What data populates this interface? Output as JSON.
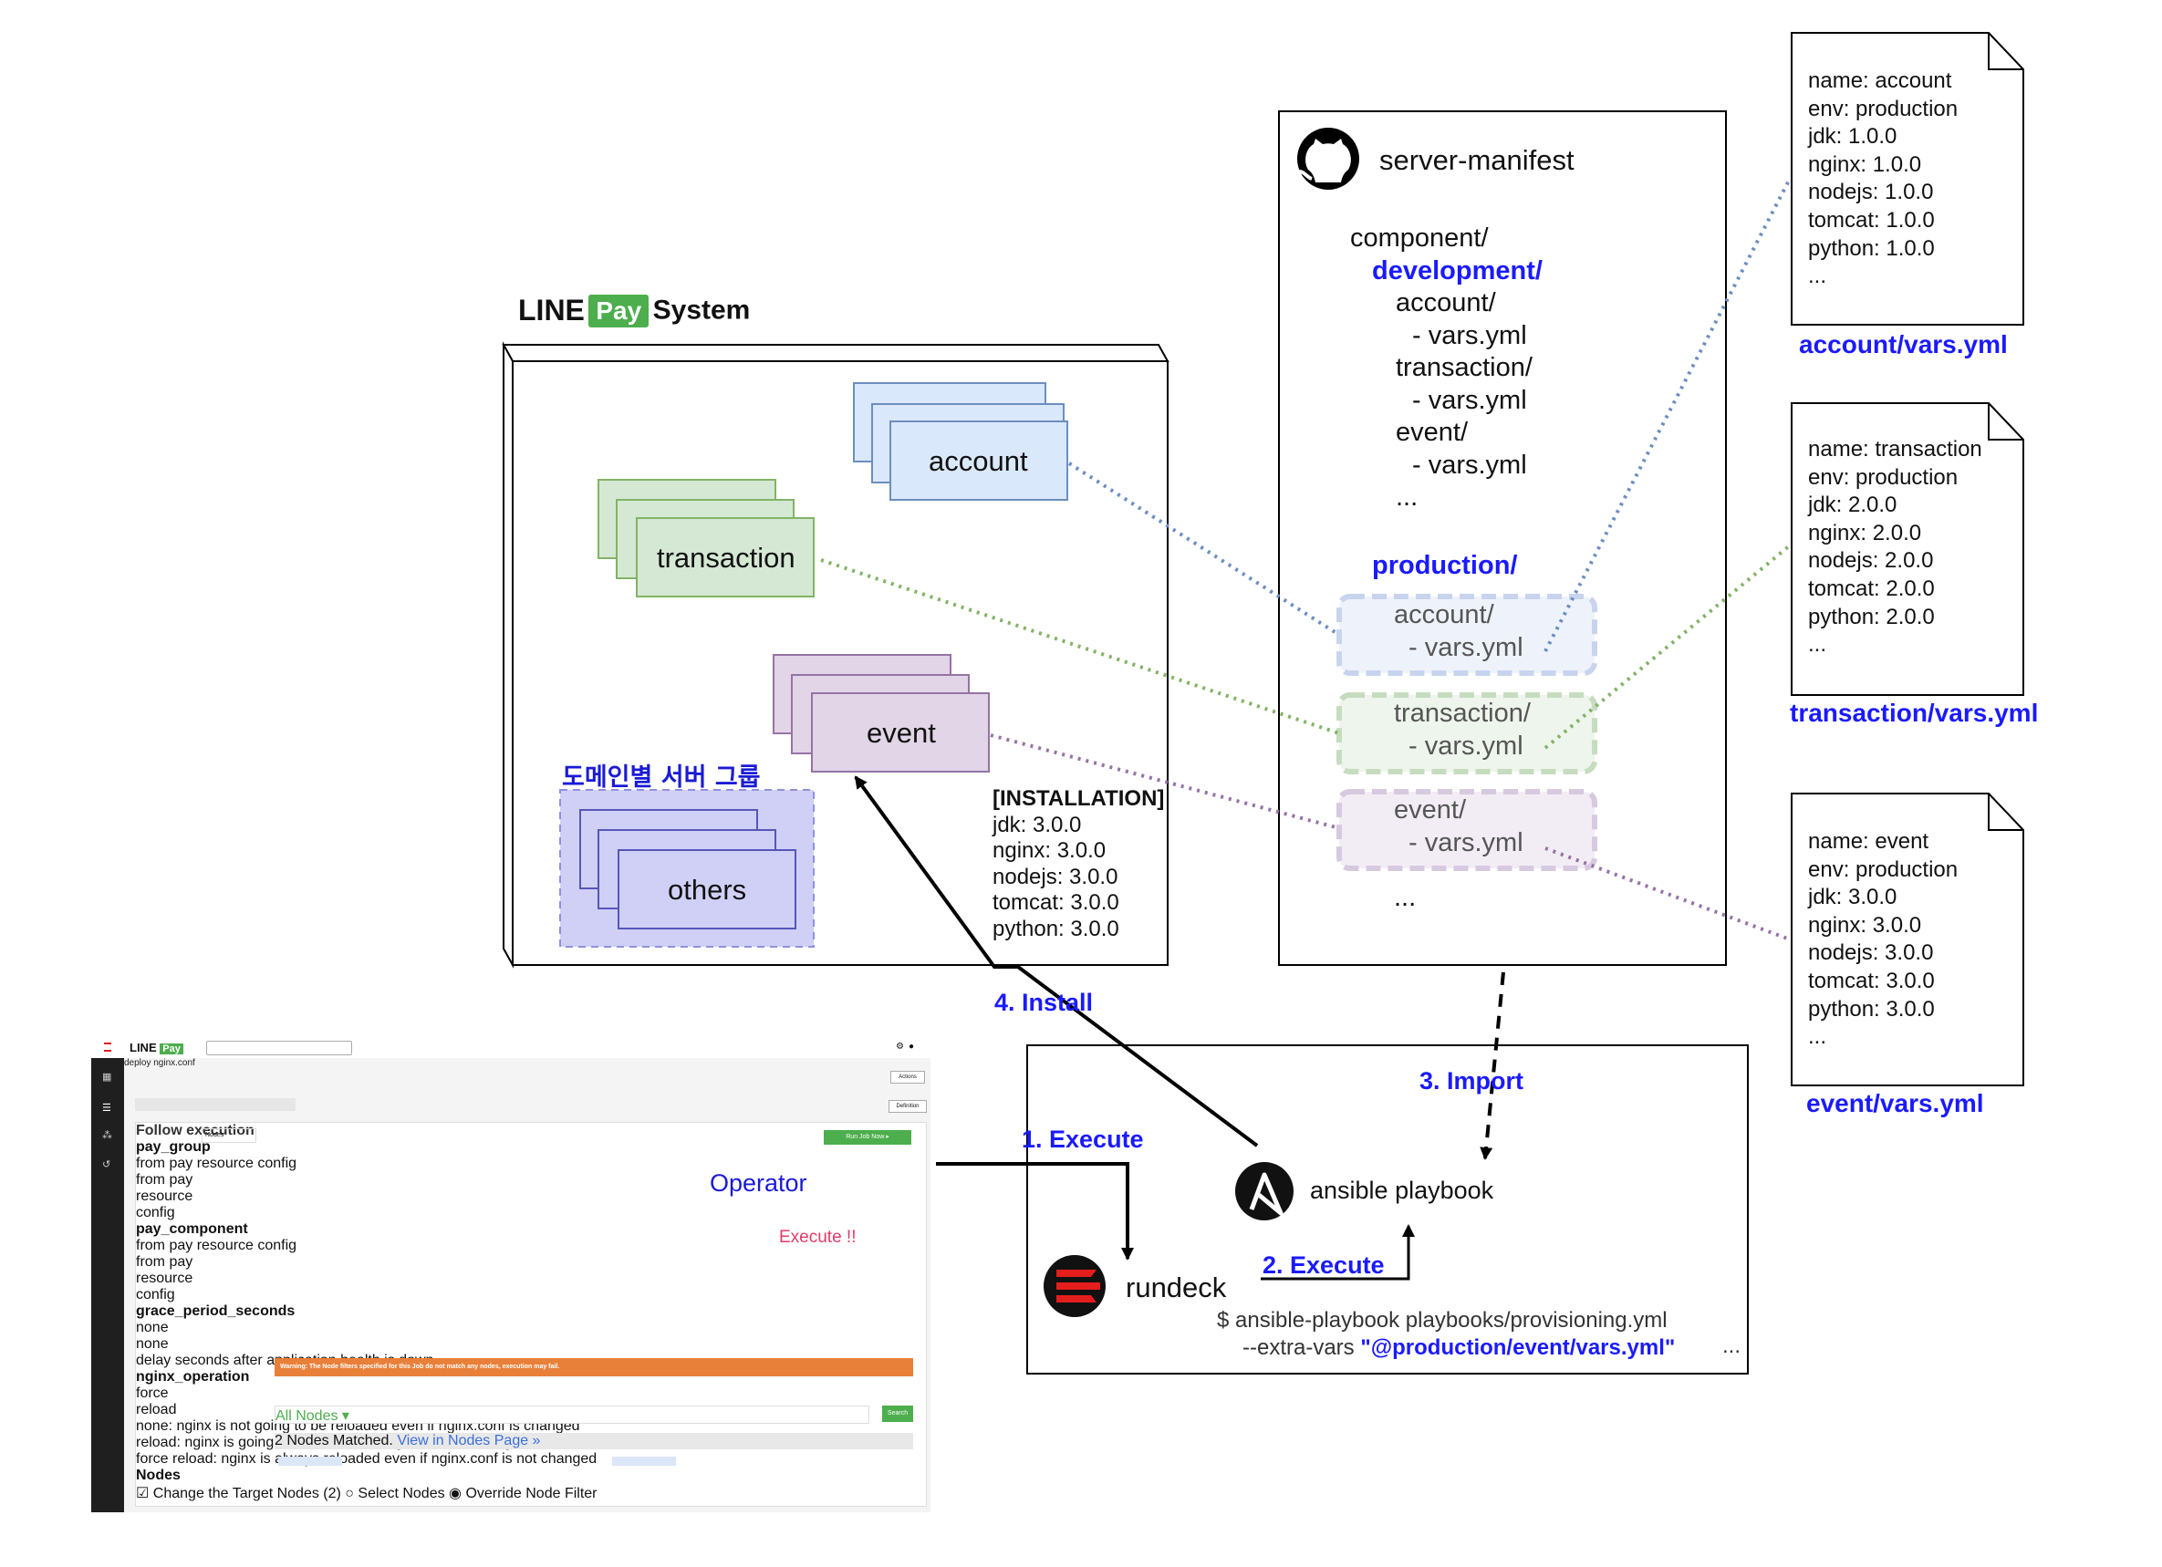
{
  "header": {
    "brand_line": "LINE",
    "brand_pay": "Pay",
    "brand_system": "System"
  },
  "system_box": {
    "servers": [
      {
        "label": "account"
      },
      {
        "label": "transaction"
      },
      {
        "label": "event"
      },
      {
        "label": "others"
      }
    ],
    "domain_group_label": "도메인별 서버 그룹",
    "installation": {
      "title": "[INSTALLATION]",
      "lines": [
        "jdk: 3.0.0",
        "nginx: 3.0.0",
        "nodejs: 3.0.0",
        "tomcat: 3.0.0",
        "python: 3.0.0"
      ]
    }
  },
  "manifest": {
    "title": "server-manifest",
    "icon": "github-icon",
    "tree": [
      "component/",
      "development/",
      "account/",
      "- vars.yml",
      "transaction/",
      "- vars.yml",
      "event/",
      "- vars.yml",
      "..."
    ],
    "production_label": "production/",
    "production_items": [
      {
        "dir": "account/",
        "file": "- vars.yml"
      },
      {
        "dir": "transaction/",
        "file": "- vars.yml"
      },
      {
        "dir": "event/",
        "file": "- vars.yml"
      }
    ],
    "trailing": "..."
  },
  "var_files": [
    {
      "caption": "account/vars.yml",
      "lines": [
        "name: account",
        "env: production",
        "jdk: 1.0.0",
        "nginx: 1.0.0",
        "nodejs: 1.0.0",
        "tomcat: 1.0.0",
        "python: 1.0.0",
        "..."
      ]
    },
    {
      "caption": "transaction/vars.yml",
      "lines": [
        "name: transaction",
        "env: production",
        "jdk: 2.0.0",
        "nginx: 2.0.0",
        "nodejs: 2.0.0",
        "tomcat: 2.0.0",
        "python: 2.0.0",
        "..."
      ]
    },
    {
      "caption": "event/vars.yml",
      "lines": [
        "name: event",
        "env: production",
        "jdk: 3.0.0",
        "nginx: 3.0.0",
        "nodejs: 3.0.0",
        "tomcat: 3.0.0",
        "python: 3.0.0",
        "..."
      ]
    }
  ],
  "steps": {
    "execute1": "1. Execute",
    "execute2": "2. Execute",
    "import3": "3. Import",
    "install4": "4. Install"
  },
  "tools": {
    "rundeck": "rundeck",
    "ansible": "ansible playbook",
    "command_line1": "$ ansible-playbook playbooks/provisioning.yml",
    "command_line2_prefix": "--extra-vars ",
    "command_line2_arg": "\"@production/event/vars.yml\"",
    "command_trailing": "..."
  },
  "operator": {
    "label": "Operator",
    "execute_note": "Execute !!"
  },
  "rundeck_ui": {
    "brand_line": "LINE",
    "brand_pay": "Pay",
    "job_title": "deploy nginx.conf",
    "actions": "Actions",
    "definition": "Definition",
    "follow_execution": "Follow execution",
    "follow_value": "Nodes",
    "run_job": "Run Job Now ▸",
    "fields": [
      {
        "name": "pay_group",
        "value": "from pay resource config",
        "select": "from pay resource config"
      },
      {
        "name": "pay_component",
        "value": "from pay resource config",
        "select": "from pay resource config"
      },
      {
        "name": "grace_period_seconds",
        "value": "none",
        "select": "none",
        "hint": "delay seconds after application health is down"
      },
      {
        "name": "nginx_operation",
        "value": "force reload"
      }
    ],
    "nginx_notes": [
      "none: nginx is not going to be reloaded even if nginx.conf is changed",
      "reload: nginx is going to be reloaded if nginx.conf is changed",
      "force reload: nginx is always reloaded even if nginx.conf is not changed"
    ],
    "nodes_label": "Nodes",
    "warning": "Warning: The Node filters specified for this Job do not match any nodes, execution may fail.",
    "change_target": "Change the Target Nodes (2)",
    "select_nodes": "Select Nodes",
    "override_filter": "Override Node Filter",
    "all_nodes": "All Nodes ▾",
    "search": "Search",
    "matched": "2 Nodes Matched.",
    "view_nodes": "View in Nodes Page »"
  },
  "colors": {
    "account_fill": "#dae8fc",
    "account_stroke": "#6c8ebf",
    "transaction_fill": "#d5e8d4",
    "transaction_stroke": "#82b366",
    "event_fill": "#e1d5e7",
    "event_stroke": "#9673a6",
    "others_fill": "#d0d0f7",
    "others_stroke": "#5656b8",
    "line_green": "#4cae4c",
    "link_blue": "#1a1aff",
    "warning_orange": "#e8803a"
  }
}
